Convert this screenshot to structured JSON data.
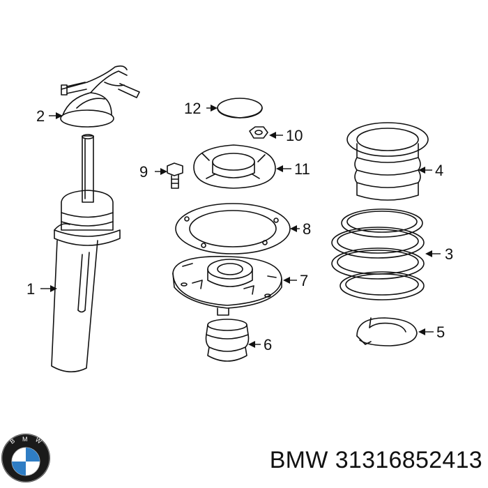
{
  "callouts": [
    {
      "id": "1",
      "label": "1"
    },
    {
      "id": "2",
      "label": "2"
    },
    {
      "id": "3",
      "label": "3"
    },
    {
      "id": "4",
      "label": "4"
    },
    {
      "id": "5",
      "label": "5"
    },
    {
      "id": "6",
      "label": "6"
    },
    {
      "id": "7",
      "label": "7"
    },
    {
      "id": "8",
      "label": "8"
    },
    {
      "id": "9",
      "label": "9"
    },
    {
      "id": "10",
      "label": "10"
    },
    {
      "id": "11",
      "label": "11"
    },
    {
      "id": "12",
      "label": "12"
    }
  ],
  "brand": {
    "name": "BMW",
    "part_number": "31316852413",
    "logo_letters": "BMW",
    "logo_colors": {
      "ring": "#1a1a1a",
      "blue": "#2f7dc4",
      "white": "#ffffff"
    }
  }
}
